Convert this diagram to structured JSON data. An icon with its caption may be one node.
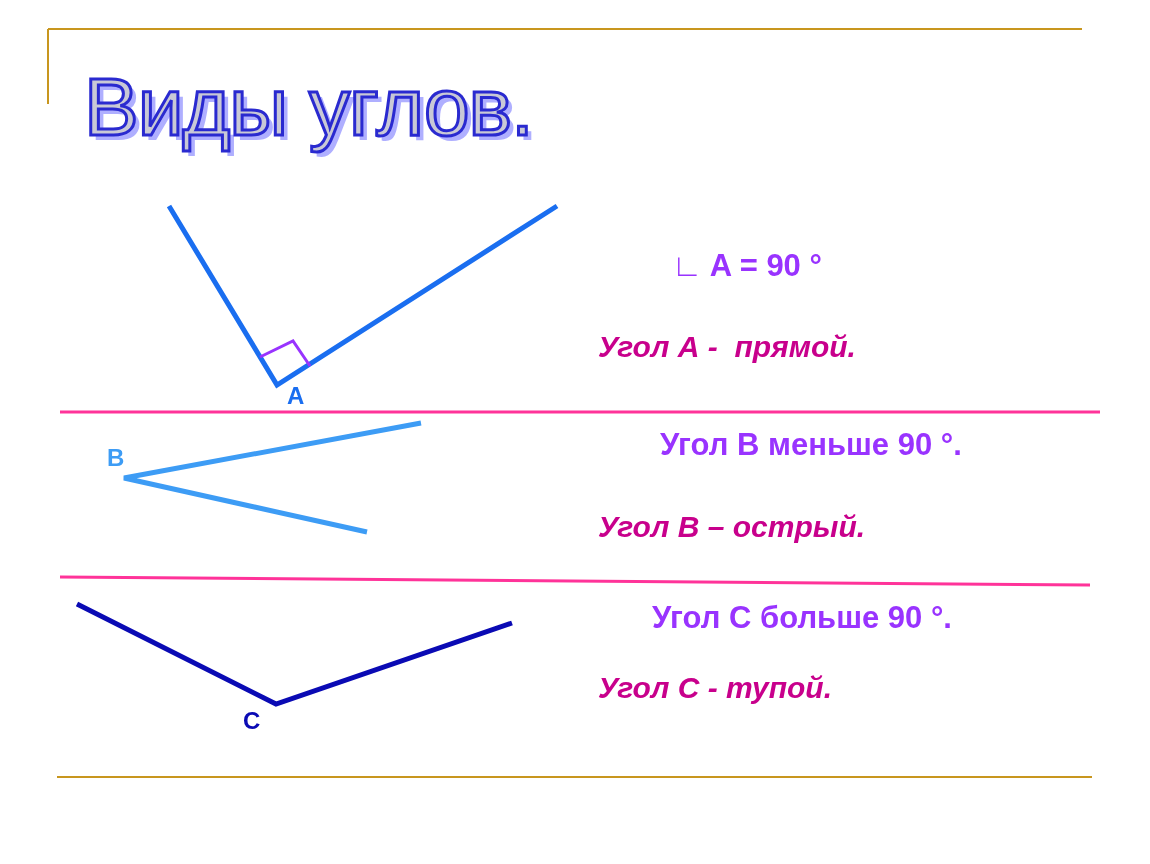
{
  "diagram": {
    "title": "Виды углов.",
    "labels": [
      "∟ A = 90 °",
      "Угол А -  прямой.",
      "А",
      "В",
      "Угол В меньше 90 °.",
      "Угол В – острый.",
      "Угол С больше 90 °.",
      "Угол С - тупой.",
      "С"
    ]
  }
}
